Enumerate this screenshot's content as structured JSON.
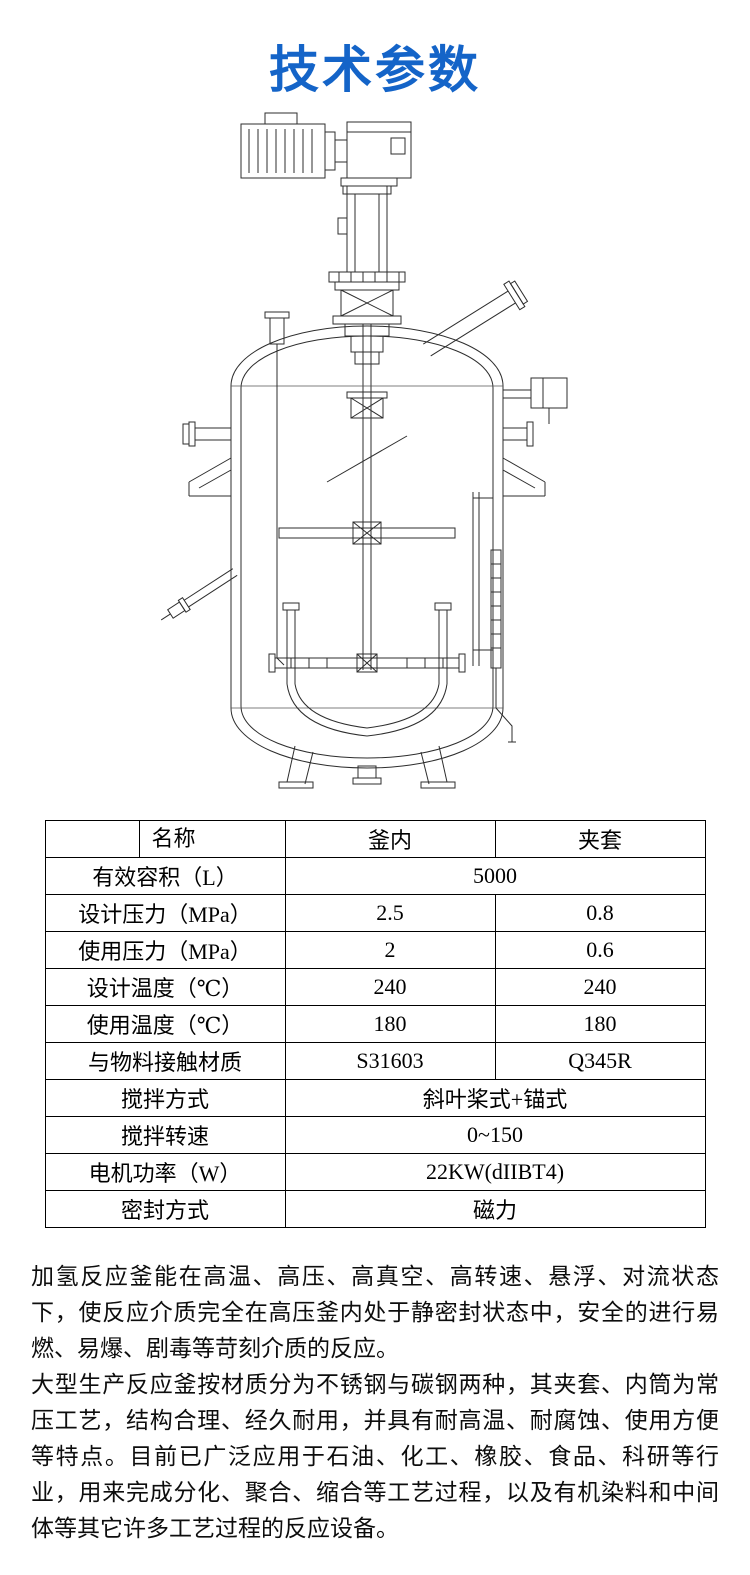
{
  "page": {
    "title": "技术参数"
  },
  "colors": {
    "title_blue": "#1464c8",
    "table_border": "#000000",
    "drawing_line": "#2d2d2d"
  },
  "table": {
    "header": {
      "name": "名称",
      "kettle": "釜内",
      "jacket": "夹套"
    },
    "rows": [
      {
        "label": "有效容积（L）",
        "value": "5000",
        "merged": true
      },
      {
        "label": "设计压力（MPa）",
        "kettle": "2.5",
        "jacket": "0.8"
      },
      {
        "label": "使用压力（MPa）",
        "kettle": "2",
        "jacket": "0.6"
      },
      {
        "label": "设计温度（℃）",
        "kettle": "240",
        "jacket": "240"
      },
      {
        "label": "使用温度（℃）",
        "kettle": "180",
        "jacket": "180"
      },
      {
        "label": "与物料接触材质",
        "kettle": "S31603",
        "jacket": "Q345R"
      },
      {
        "label": "搅拌方式",
        "value": "斜叶桨式+锚式",
        "merged": true
      },
      {
        "label": "搅拌转速",
        "value": "0~150",
        "merged": true
      },
      {
        "label": "电机功率（W）",
        "value": "22KW(dIIBT4)",
        "merged": true
      },
      {
        "label": "密封方式",
        "value": "磁力",
        "merged": true
      }
    ]
  },
  "description": {
    "paragraph1": "加氢反应釜能在高温、高压、高真空、高转速、悬浮、对流状态下，使反应介质完全在高压釜内处于静密封状态中，安全的进行易燃、易爆、剧毒等苛刻介质的反应。",
    "paragraph2": "大型生产反应釜按材质分为不锈钢与碳钢两种，其夹套、内筒为常压工艺，结构合理、经久耐用，并具有耐高温、耐腐蚀、使用方便等特点。目前已广泛应用于石油、化工、橡胶、食品、科研等行业，用来完成分化、聚合、缩合等工艺过程，以及有机染料和中间体等其它许多工艺过程的反应设备。"
  }
}
